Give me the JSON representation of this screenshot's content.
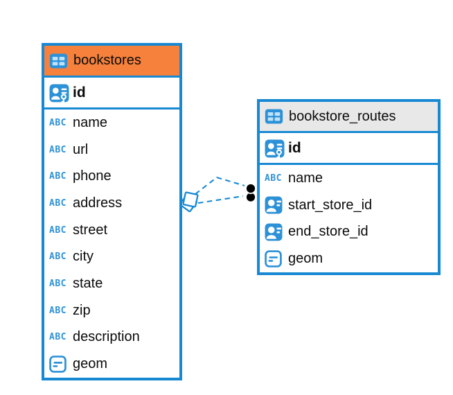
{
  "colors": {
    "accent_blue": "#1789D3",
    "icon_blue": "#2D91D7",
    "header_orange": "#F6813C",
    "header_gray": "#E8E8E8",
    "connector_endpoint_black": "#000000",
    "text": "#0A0A0A"
  },
  "icons": {
    "text_type_label": "ABC"
  },
  "tables": [
    {
      "name": "bookstores",
      "header_style": "orange",
      "columns": [
        {
          "name": "id",
          "icon": "primary-key-icon"
        },
        {
          "name": "name",
          "icon": "text-type-icon"
        },
        {
          "name": "url",
          "icon": "text-type-icon"
        },
        {
          "name": "phone",
          "icon": "text-type-icon"
        },
        {
          "name": "address",
          "icon": "text-type-icon"
        },
        {
          "name": "street",
          "icon": "text-type-icon"
        },
        {
          "name": "city",
          "icon": "text-type-icon"
        },
        {
          "name": "state",
          "icon": "text-type-icon"
        },
        {
          "name": "zip",
          "icon": "text-type-icon"
        },
        {
          "name": "description",
          "icon": "text-type-icon"
        },
        {
          "name": "geom",
          "icon": "geometry-type-icon"
        }
      ]
    },
    {
      "name": "bookstore_routes",
      "header_style": "gray",
      "columns": [
        {
          "name": "id",
          "icon": "primary-key-icon"
        },
        {
          "name": "name",
          "icon": "text-type-icon"
        },
        {
          "name": "start_store_id",
          "icon": "foreign-key-icon"
        },
        {
          "name": "end_store_id",
          "icon": "foreign-key-icon"
        },
        {
          "name": "geom",
          "icon": "geometry-type-icon"
        }
      ]
    }
  ],
  "relationships": [
    {
      "from": "bookstores",
      "to": "bookstore_routes",
      "line_style": "dashed",
      "from_marker": "diamond",
      "to_marker": "filled-circle"
    },
    {
      "from": "bookstores",
      "to": "bookstore_routes",
      "line_style": "dashed",
      "from_marker": "diamond",
      "to_marker": "filled-circle"
    }
  ]
}
